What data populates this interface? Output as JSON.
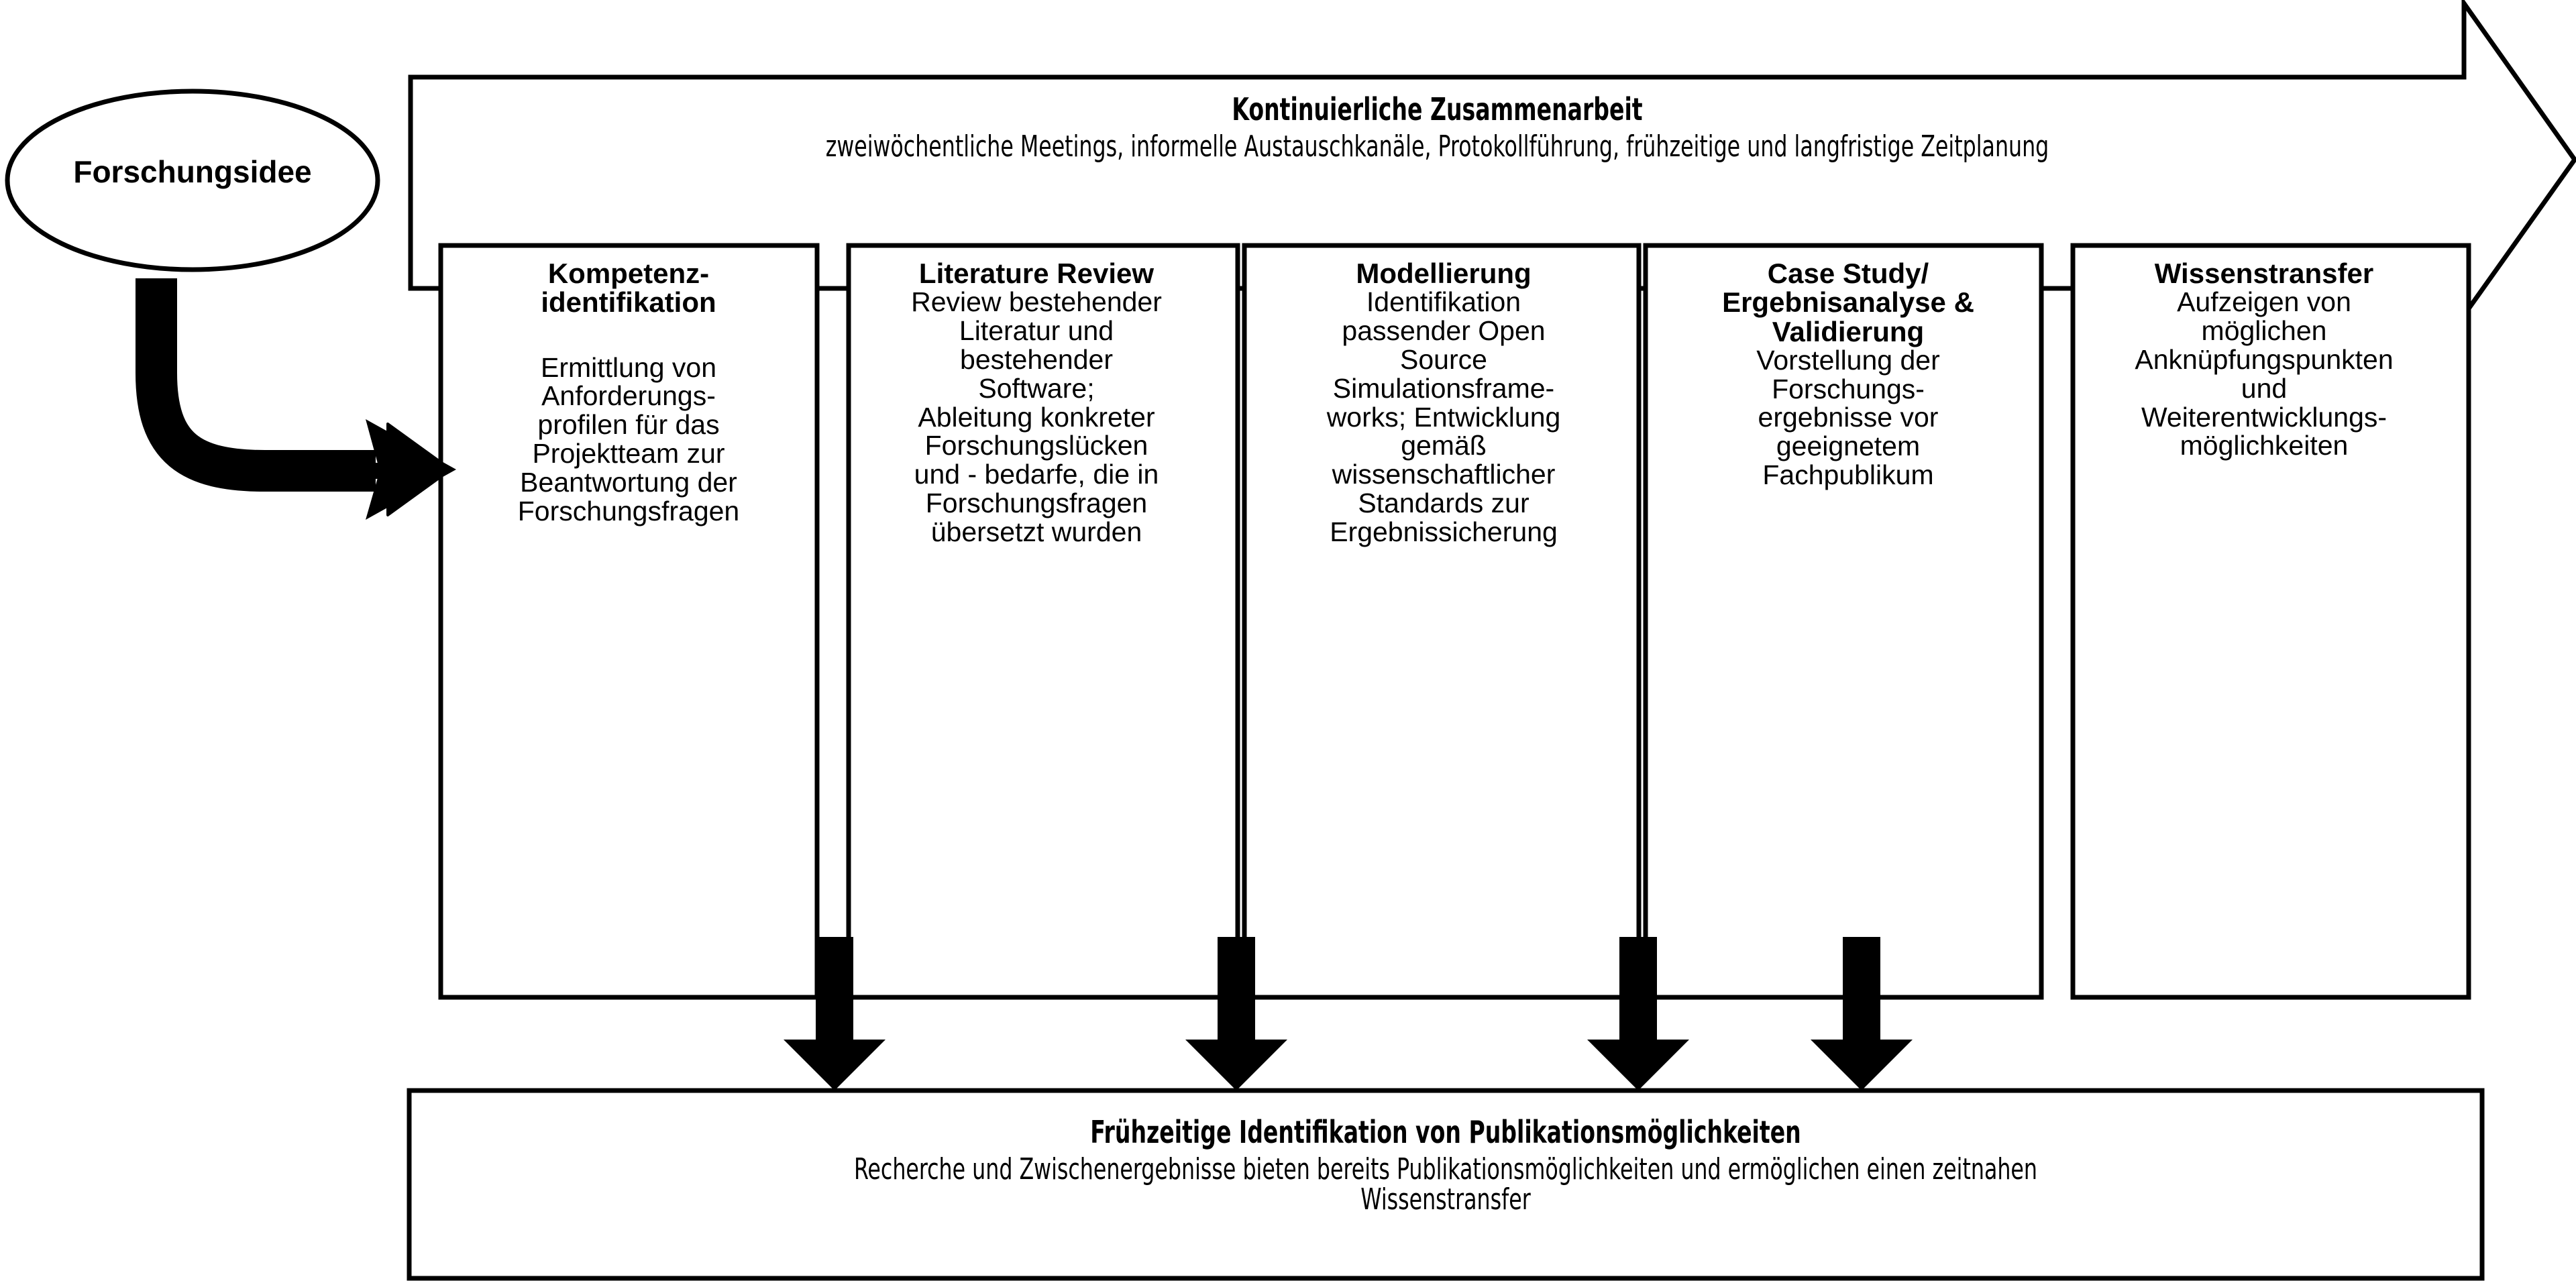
{
  "diagram": {
    "start_node": {
      "label": "Forschungsidee",
      "shape": "ellipse"
    },
    "banner": {
      "title": "Kontinuierliche Zusammenarbeit",
      "subtitle": "zweiwöchentliche Meetings, informelle Austauschkanäle, Protokollführung, frühzeitige und langfristige Zeitplanung",
      "shape": "right-arrow"
    },
    "stages": [
      {
        "title": "Kompetenz-\nidentifikation",
        "body": "Ermittlung von\nAnforderungs-\nprofilen für das\nProjektteam zur\nBeantwortung der\nForschungsfragen"
      },
      {
        "title": "Literature Review",
        "body": "Review bestehender\nLiteratur und\nbestehender\nSoftware;\nAbleitung konkreter\nForschungslücken\nund - bedarfe, die in\nForschungsfragen\nübersetzt wurden"
      },
      {
        "title": "Modellierung",
        "body": "Identifikation\npassender Open\nSource\nSimulationsframe-\nworks; Entwicklung\ngemäß\nwissenschaftlicher\nStandards zur\nErgebnissicherung"
      },
      {
        "title": "Case Study/\nErgebnisanalyse &\nValidierung",
        "body": "Vorstellung der\nForschungs-\nergebnisse vor\ngeeignetem\nFachpublikum"
      },
      {
        "title": "Wissenstransfer",
        "body": "Aufzeigen von\nmöglichen\nAnknüpfungspunkten\nund\nWeiterentwicklungs-\nmöglichkeiten"
      }
    ],
    "footer": {
      "title": "Frühzeitige Identifikation von Publikationsmöglichkeiten",
      "subtitle": "Recherche und Zwischenergebnisse bieten bereits Publikationsmöglichkeiten und ermöglichen einen zeitnahen\nWissenstransfer"
    },
    "colors": {
      "stroke": "#000000",
      "fill": "#ffffff",
      "arrow_fill": "#000000"
    }
  }
}
